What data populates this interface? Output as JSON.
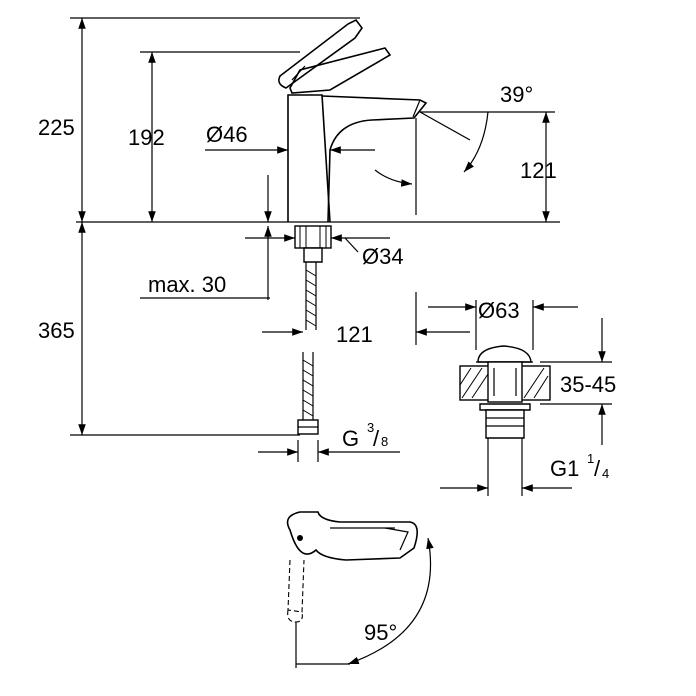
{
  "dimensions": {
    "total_height": "225",
    "spout_height": "192",
    "body_diameter": "Ø46",
    "spout_angle": "39°",
    "spout_projection_height": "121",
    "base_diameter": "Ø34",
    "max_thickness": "max. 30",
    "below_height": "365",
    "spout_reach": "121",
    "waste_diameter": "Ø63",
    "worktop_range": "35-45",
    "hose_thread_base": "G",
    "hose_thread_num": "3",
    "hose_thread_den": "8",
    "waste_thread_base": "G1",
    "waste_thread_num": "1",
    "waste_thread_den": "4",
    "swivel_angle": "95°"
  }
}
